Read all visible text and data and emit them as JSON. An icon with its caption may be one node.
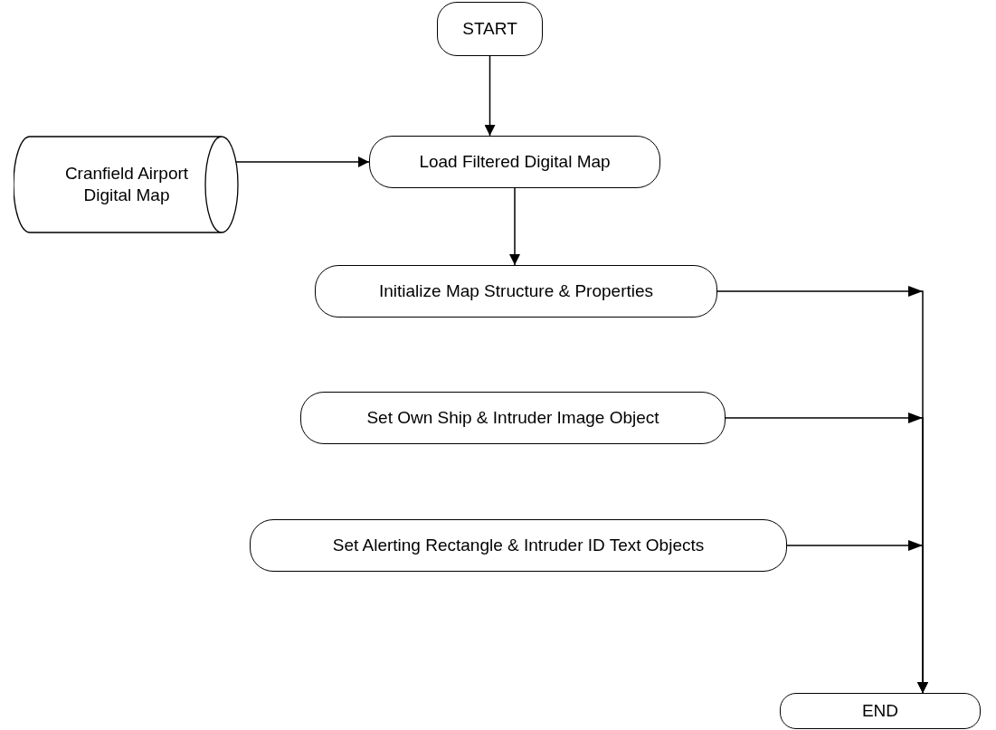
{
  "diagram": {
    "nodes": [
      {
        "text": [
          "START"
        ]
      },
      {
        "text": [
          "Cranfield Airport Digital Map"
        ]
      },
      {
        "text": [
          "Load Filtered Digital Map"
        ]
      },
      {
        "text": [
          "Initialize Map Structure & Properties"
        ]
      },
      {
        "text": [
          "Set Own Ship & Intruder Image Object"
        ]
      },
      {
        "text": [
          "Set Alerting Rectangle & Intruder ID Text Objects"
        ]
      },
      {
        "text": [
          "END"
        ]
      }
    ],
    "edges": [
      {
        "from": 0,
        "to": 2,
        "arrow": "to"
      },
      {
        "from": 1,
        "to": 2,
        "arrow": "to"
      },
      {
        "from": 2,
        "to": 3,
        "arrow": "to"
      },
      {
        "from": 3,
        "to": 6,
        "arrow": "to"
      },
      {
        "from": 4,
        "to": 6,
        "arrow": "to"
      },
      {
        "from": 5,
        "to": 6,
        "arrow": "to"
      }
    ]
  }
}
